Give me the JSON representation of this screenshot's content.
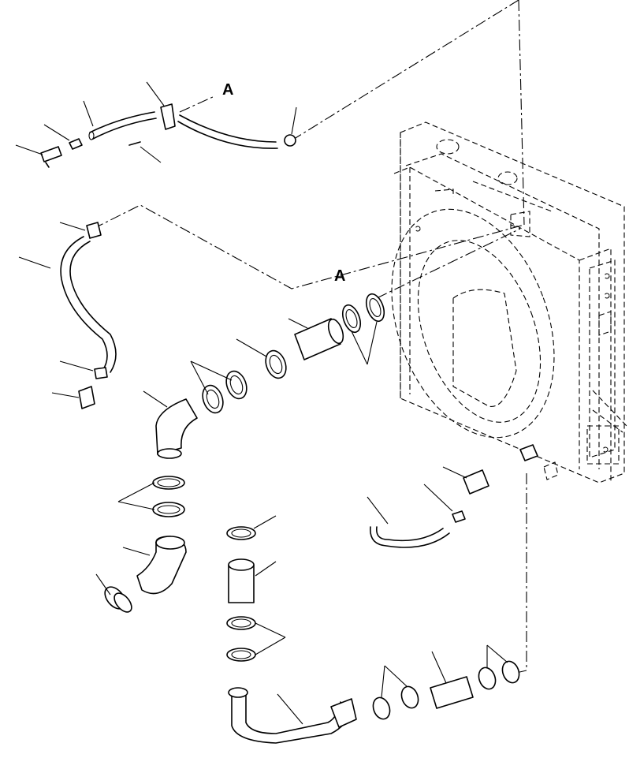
{
  "diagram": {
    "view_labels": [
      {
        "id": "upper",
        "text": "A"
      },
      {
        "id": "lower",
        "text": "A"
      }
    ],
    "colors": {
      "line": "#000000",
      "background": "#ffffff"
    }
  }
}
